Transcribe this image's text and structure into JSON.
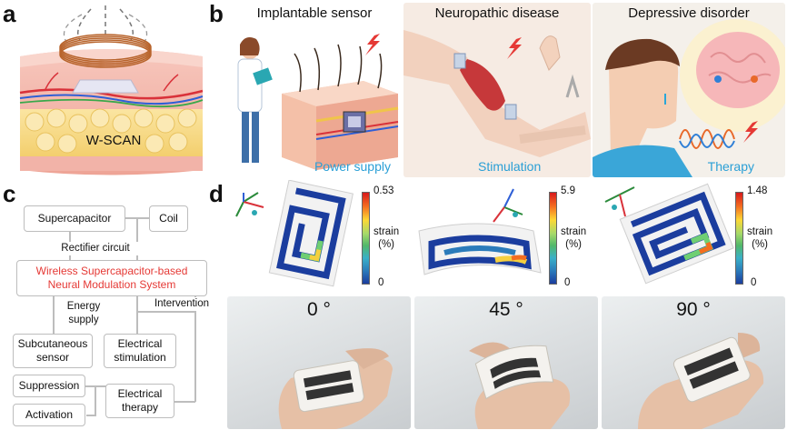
{
  "panel_labels": {
    "a": "a",
    "b": "b",
    "c": "c",
    "d": "d"
  },
  "panel_a": {
    "device_label": "W-SCAN"
  },
  "panel_b": {
    "sections": [
      {
        "title": "Implantable sensor",
        "caption": "Power supply"
      },
      {
        "title": "Neuropathic disease",
        "caption": "Stimulation"
      },
      {
        "title": "Depressive disorder",
        "caption": "Therapy"
      }
    ]
  },
  "panel_c": {
    "supercapacitor": "Supercapacitor",
    "coil": "Coil",
    "rectifier": "Rectifier circuit",
    "system_line1": "Wireless Supercapacitor-based",
    "system_line2": "Neural Modulation System",
    "energy_line1": "Energy",
    "energy_line2": "supply",
    "intervention": "Intervention",
    "subcutaneous_line1": "Subcutaneous",
    "subcutaneous_line2": "sensor",
    "stimulation_line1": "Electrical",
    "stimulation_line2": "stimulation",
    "suppression": "Suppression",
    "activation": "Activation",
    "therapy_line1": "Electrical",
    "therapy_line2": "therapy",
    "accent_color": "#e53935"
  },
  "panel_d": {
    "colorbar_unit_line1": "strain",
    "colorbar_unit_line2": "(%)",
    "maps": [
      {
        "max": "0.53",
        "min": "0"
      },
      {
        "max": "5.9",
        "min": "0"
      },
      {
        "max": "1.48",
        "min": "0"
      }
    ],
    "photos": [
      {
        "angle": "0 °"
      },
      {
        "angle": "45 °"
      },
      {
        "angle": "90 °"
      }
    ]
  }
}
